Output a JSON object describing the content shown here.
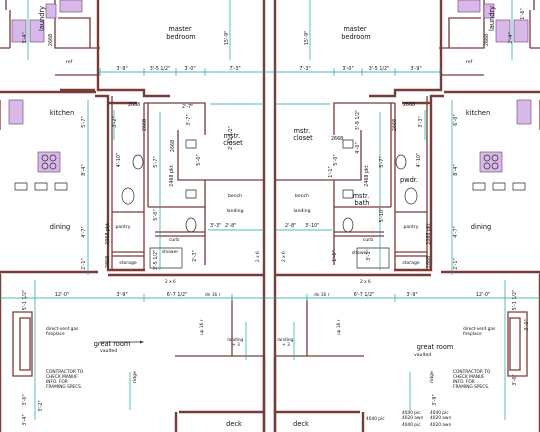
{
  "room_labels": {
    "laundry": "laundry",
    "master_bedroom": "master\nbedroom",
    "kitchen": "kitchen",
    "mstr_closet": "mstr.\ncloset",
    "pwdr": "pwdr.",
    "mstr_bath": "mstr.\nbath",
    "dining": "dining",
    "pantry": "pantry",
    "storage": "storage",
    "great_room": "great room",
    "vaulted": "vaulted",
    "deck": "deck",
    "bench": "bench",
    "landing": "landing",
    "curb": "curb",
    "shower": "shower",
    "ref": "ref",
    "ridge": "ridge"
  },
  "notes": {
    "fireplace": "direct-vent gas\nfireplace",
    "contractor": "CONTRACTOR TO\nCHECK MANUF.\nINFO. FOR\nFRAMING SPECS.",
    "up_16r": "up 16 r",
    "dn_16r": "dn 16 r",
    "landing_3r": "landing\n+ 3",
    "stair": "2 x 6",
    "window_4040": "4040 pic",
    "window_4020": "4020 awn"
  },
  "dimensions": {
    "d3_9": "3'-9\"",
    "d3_5h": "3'-5 1/2\"",
    "d3_0": "3'-0\"",
    "d7_3": "7'-3\"",
    "d15_9": "15'-9\"",
    "d12_0": "12'-0\"",
    "d6_7h": "6'-7 1/2\"",
    "d5_1h": "5'-1 1/2\"",
    "d2_8": "2'-8\"",
    "d3_4": "3'-4\"",
    "d3_2": "3'-2\"",
    "d5_7": "5'-7\"",
    "d6_0": "6'-0\"",
    "d8_4": "8'-4\"",
    "d5_0": "5'-0\"",
    "d4_7": "4'-7\"",
    "d4_10": "4'-10\"",
    "d2_3": "2'-3\"",
    "d2_1": "2'-1\"",
    "d2_11h": "2'-11 1/2\"",
    "d2_4": "2'-4\"",
    "d1_6": "1'-6\"",
    "d3_7": "3'-7\"",
    "d3_9h": "3'-9 1/2\"",
    "d1_1": "1'-1\"",
    "d2_7": "2'-7\"",
    "d4_0": "4'-0\"",
    "d1_0": "1'-0\"",
    "d5_10": "5'-10\"",
    "d3_3": "3'-3\"",
    "d3_10": "3'-10\"",
    "d3_1": "3'-1\"",
    "door_2668": "2668",
    "door_2468_pkt": "2468 pkt",
    "door_2068_pkt": "2068 pkt",
    "door_2868": "2868"
  }
}
